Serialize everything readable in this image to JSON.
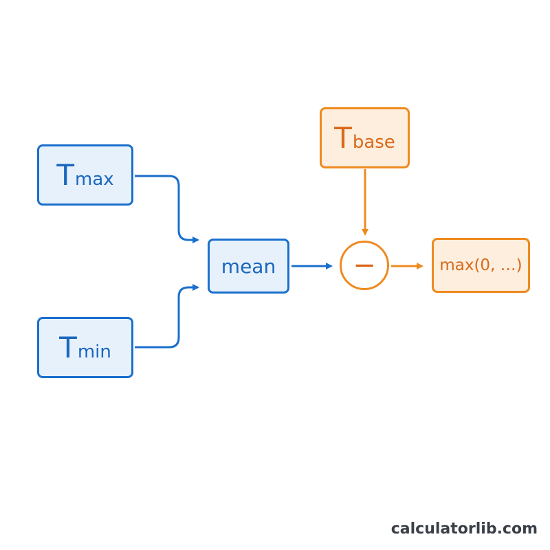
{
  "colors": {
    "blue": "#1a6fcc",
    "orange": "#ef8a1f"
  },
  "nodes": {
    "tmax": {
      "main": "T",
      "sub": "max"
    },
    "tmin": {
      "main": "T",
      "sub": "min"
    },
    "mean": {
      "label": "mean"
    },
    "tbase": {
      "main": "T",
      "sub": "base"
    },
    "subtract": {
      "symbol": "−"
    },
    "max_clamp": {
      "label": "max(0, …)"
    }
  },
  "watermark": "calculatorlib.com"
}
